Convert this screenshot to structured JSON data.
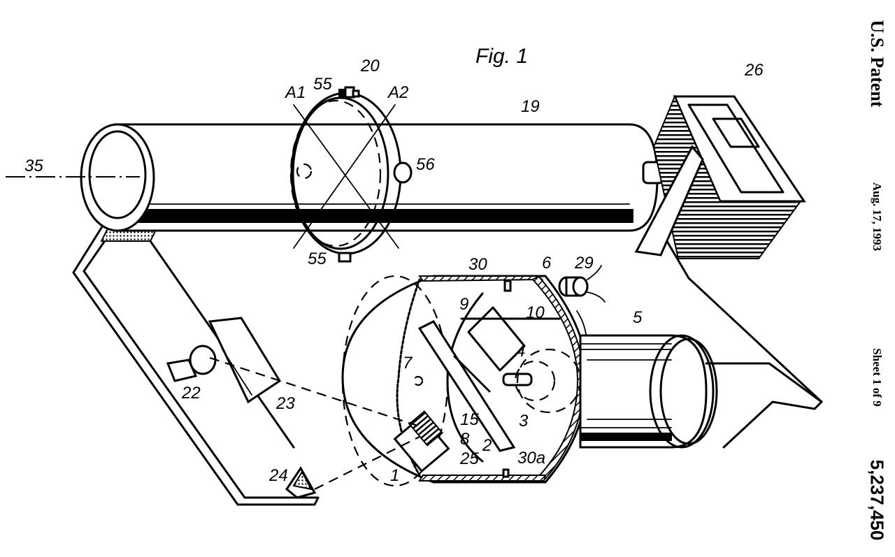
{
  "header": {
    "title": "U.S. Patent",
    "date": "Aug. 17, 1993",
    "sheet": "Sheet 1 of 9",
    "patent_number": "5,237,450"
  },
  "figure": {
    "label": "Fig. 1",
    "references": {
      "r1": "1",
      "r2": "2",
      "r3": "3",
      "r4": "4",
      "r5": "5",
      "r6": "6",
      "r7": "7",
      "r8": "8",
      "r9": "9",
      "r10": "10",
      "r15": "15",
      "r19": "19",
      "r20": "20",
      "r22": "22",
      "r23": "23",
      "r24": "24",
      "r25": "25",
      "r26": "26",
      "r29": "29",
      "r30": "30",
      "r30a": "30a",
      "r35": "35",
      "r55_top": "55",
      "r55_bottom": "55",
      "r56": "56",
      "rA1": "A1",
      "rA2": "A2"
    }
  },
  "colors": {
    "ink": "#000000",
    "paper": "#ffffff"
  }
}
